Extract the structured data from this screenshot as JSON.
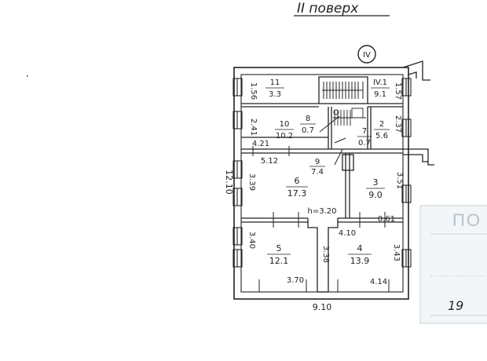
{
  "sheet": {
    "floor_title": "ІІ поверх",
    "axis_marker": "IV"
  },
  "rooms": [
    {
      "id": "11",
      "area": "3.3"
    },
    {
      "id": "IV.1",
      "area": "9.1"
    },
    {
      "id": "10",
      "area": "10.2"
    },
    {
      "id": "8",
      "area": "0.7"
    },
    {
      "id": "7",
      "area": "0.7"
    },
    {
      "id": "2",
      "area": "5.6"
    },
    {
      "id": "9",
      "area": "7.4"
    },
    {
      "id": "6",
      "area": "17.3"
    },
    {
      "id": "3",
      "area": "9.0"
    },
    {
      "id": "5",
      "area": "12.1"
    },
    {
      "id": "4",
      "area": "13.9"
    }
  ],
  "dimensions": {
    "d_1_56": "1.56",
    "d_1_57": "1.57",
    "d_2_41": "2.41",
    "d_2_37": "2.37",
    "d_4_21": "4.21",
    "d_5_12": "5.12",
    "d_12_10": "12.10",
    "d_3_39": "3.39",
    "d_3_51": "3.51",
    "d_h_3_20": "h=3.20",
    "d_0_61": "0.61",
    "d_3_40": "3.40",
    "d_4_10": "4.10",
    "d_3_38": "3.38",
    "d_3_43": "3.43",
    "d_3_70": "3.70",
    "d_4_14": "4.14",
    "d_9_10": "9.10"
  },
  "stamp": {
    "text": "ПО",
    "number": "19"
  }
}
